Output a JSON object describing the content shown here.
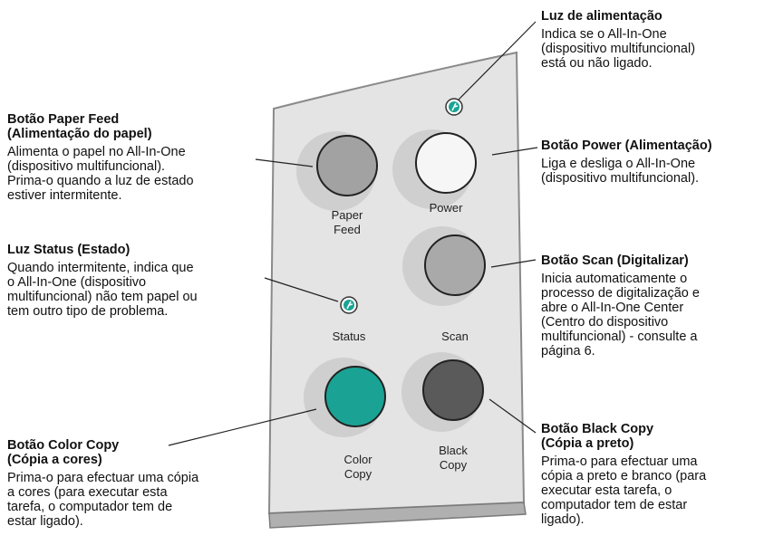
{
  "callouts": {
    "power_light": {
      "title": "Luz de alimentação",
      "desc": "Indica se o All-In-One\n(dispositivo multifuncional)\nestá ou não ligado."
    },
    "paper_feed": {
      "title": "Botão Paper Feed\n(Alimentação do papel)",
      "desc": "Alimenta o papel no All-In-One\n(dispositivo multifuncional).\nPrima-o quando a luz de estado\nestiver intermitente."
    },
    "power_button": {
      "title": "Botão Power (Alimentação)",
      "desc": "Liga e desliga o All-In-One\n(dispositivo multifuncional)."
    },
    "status_light": {
      "title": "Luz Status (Estado)",
      "desc": "Quando intermitente, indica que\no All-In-One (dispositivo\nmultifuncional) não tem papel ou\ntem outro tipo de problema."
    },
    "scan_button": {
      "title": "Botão Scan (Digitalizar)",
      "desc": "Inicia automaticamente o\nprocesso de digitalização e\nabre o All-In-One Center\n(Centro do dispositivo\nmultifuncional) - consulte a\npágina 6."
    },
    "color_copy": {
      "title": "Botão Color Copy\n(Cópia a cores)",
      "desc": "Prima-o para efectuar uma cópia\na cores (para executar esta\ntarefa, o computador tem de\nestar ligado)."
    },
    "black_copy": {
      "title": "Botão Black Copy\n(Cópia a preto)",
      "desc": "Prima-o para efectuar uma\ncópia a preto e branco (para\nexecutar esta tarefa, o\ncomputador tem de estar\nligado)."
    }
  },
  "panel_labels": {
    "paper_feed": "Paper\nFeed",
    "power": "Power",
    "status": "Status",
    "scan": "Scan",
    "color_copy": "Color\nCopy",
    "black_copy": "Black\nCopy"
  },
  "colors": {
    "panel": "#e4e4e4",
    "panel_edge": "#8a8a8a",
    "paper_feed": "#a2a2a2",
    "power": "#f6f6f6",
    "scan": "#a9a9a9",
    "color_copy": "#1aa394",
    "black_copy": "#5a5a5a",
    "led": "#1aa394"
  }
}
